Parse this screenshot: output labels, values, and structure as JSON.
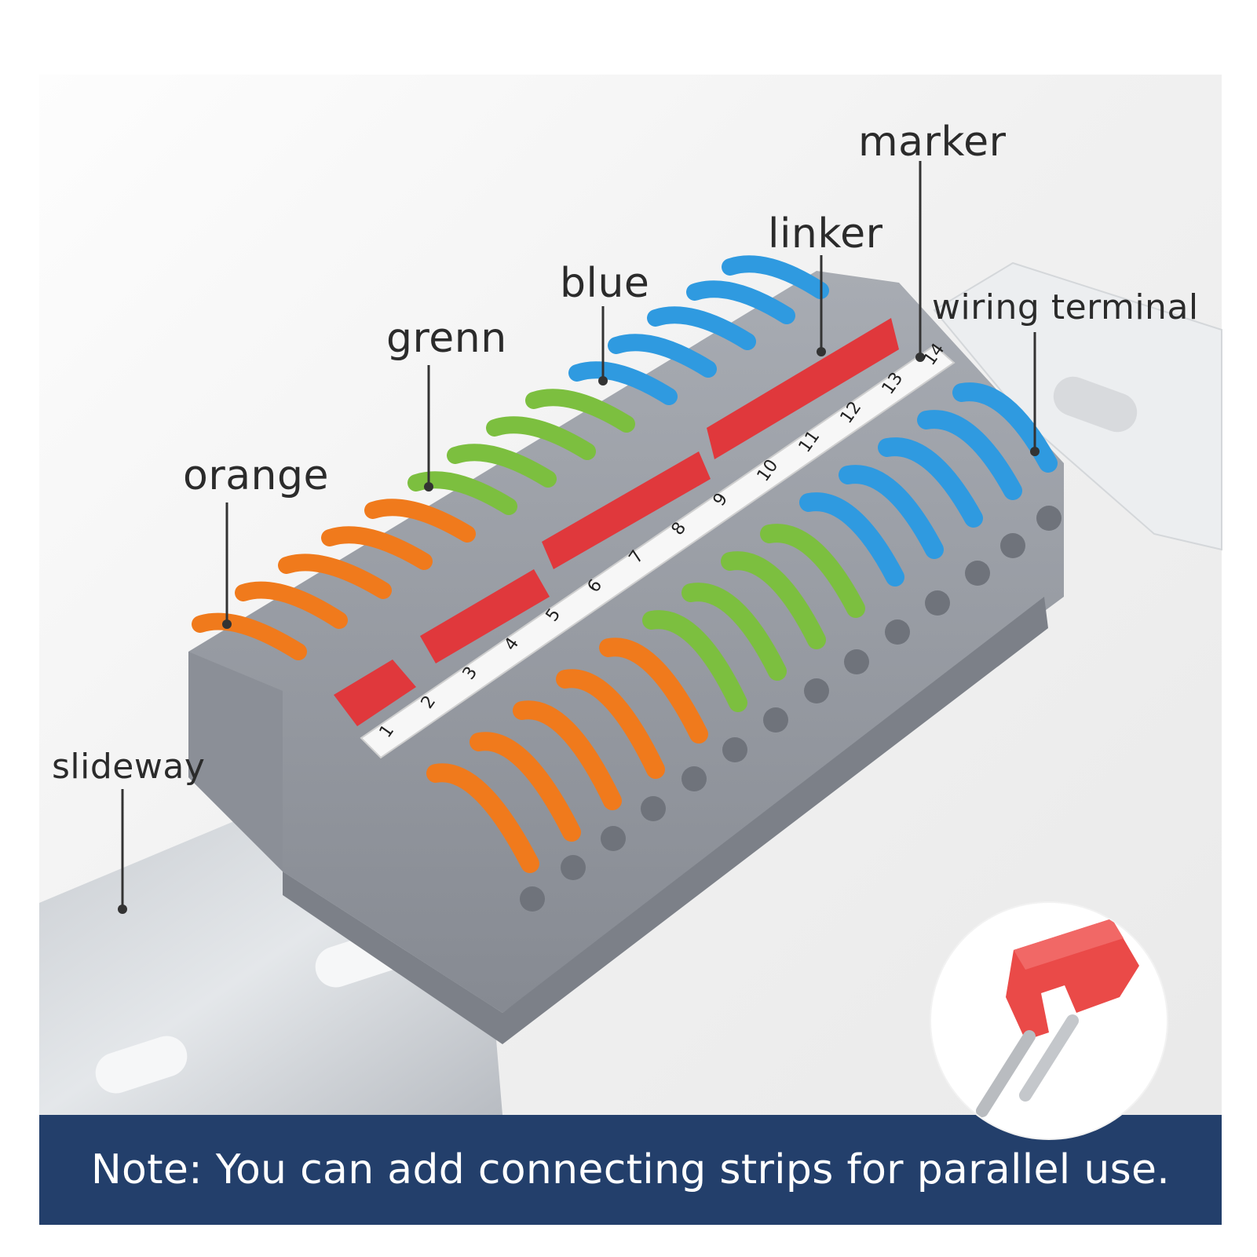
{
  "labels": {
    "marker": "marker",
    "linker": "linker",
    "blue": "blue",
    "grenn": "grenn",
    "orange": "orange",
    "wiring_terminal": "wiring terminal",
    "slideway": "slideway"
  },
  "marker_numbers": [
    "1",
    "2",
    "3",
    "4",
    "5",
    "6",
    "7",
    "8",
    "9",
    "10",
    "11",
    "12",
    "13",
    "14"
  ],
  "note": "Note: You can add connecting strips for parallel use.",
  "colors": {
    "orange": "#f07a1c",
    "green": "#7cbf3f",
    "blue": "#2f9ae0",
    "red": "#e0383c",
    "housing_gray": "#9a9ea6",
    "banner": "#233f6b"
  }
}
